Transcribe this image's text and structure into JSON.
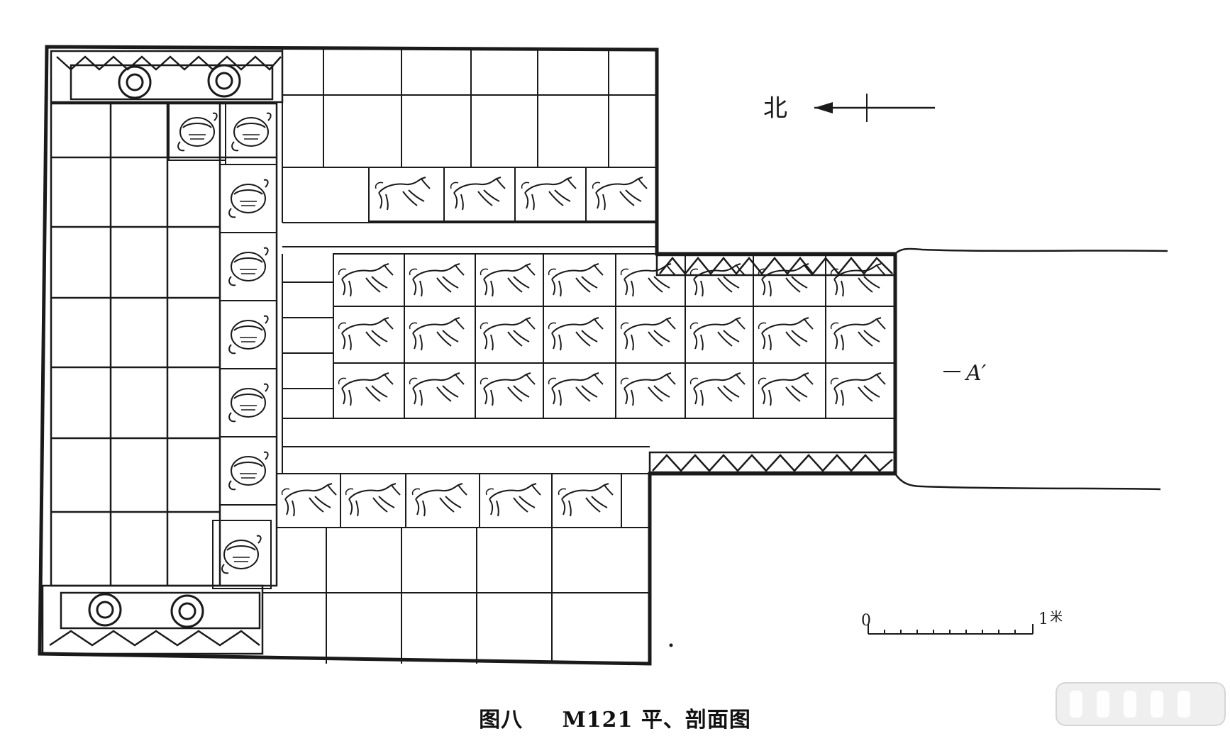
{
  "caption": {
    "figure_number": "图八",
    "title": "M121 平、剖面图"
  },
  "north_arrow": {
    "label": "北"
  },
  "section_marker": {
    "label": "A′"
  },
  "scale_bar": {
    "start_label": "0",
    "end_label": "1",
    "unit_label": "米"
  },
  "colors": {
    "ink": "#1a1a1a",
    "paper": "#ffffff"
  }
}
